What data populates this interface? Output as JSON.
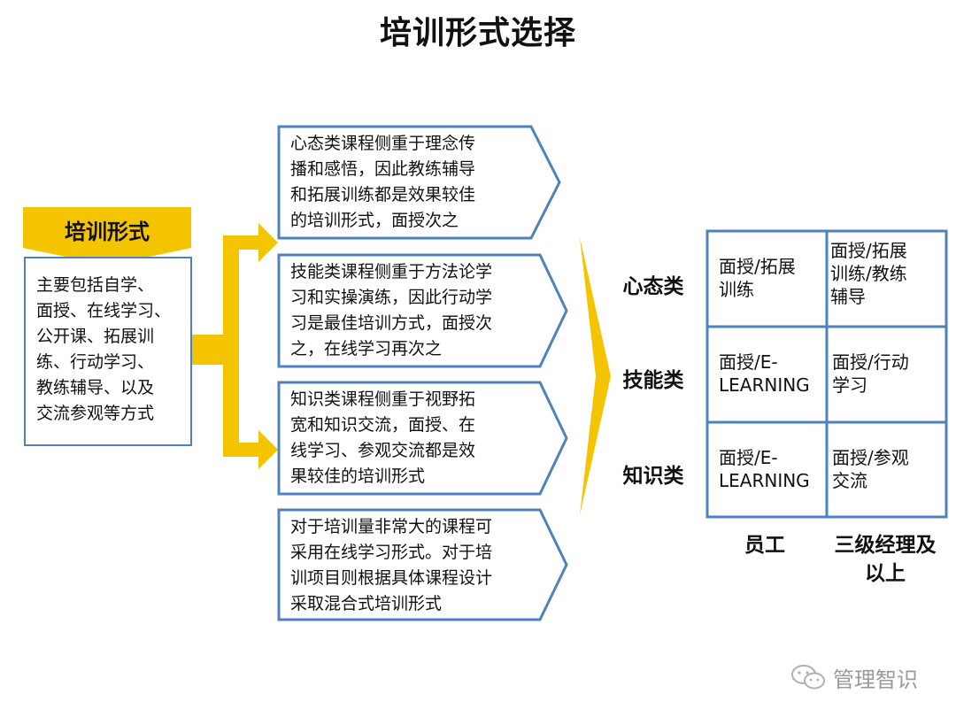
{
  "title": "培训形式选择",
  "left": {
    "header": "培训形式",
    "body": "主要包括自学、\n面授、在线学习、\n公开课、拓展训\n练、行动学习、\n教练辅导、以及\n交流参观等方式"
  },
  "cards": [
    "心态类课程侧重于理念传\n播和感悟，因此教练辅导\n和拓展训练都是效果较佳\n的培训形式，面授次之",
    "技能类课程侧重于方法论学\n习和实操演练，因此行动学\n习是最佳培训方式，面授次\n之，在线学习再次之",
    "知识类课程侧重于视野拓\n宽和知识交流，面授、在\n线学习、参观交流都是效\n果较佳的培训形式",
    "对于培训量非常大的课程可\n采用在线学习形式。对于培\n训项目则根据具体课程设计\n采取混合式培训形式"
  ],
  "matrix": {
    "rows": [
      "心态类",
      "技能类",
      "知识类"
    ],
    "cols": [
      "员工",
      "三级经理及\n以上"
    ],
    "cells": [
      [
        "面授/拓展\n训练",
        "面授/拓展\n训练/教练\n辅导"
      ],
      [
        "面授/E-\nLEARNING",
        "面授/行动\n学习"
      ],
      [
        "面授/E-\nLEARNING",
        "面授/参观\n交流"
      ]
    ]
  },
  "watermark": "管理智识",
  "colors": {
    "accent": "#f5c400",
    "border": "#4f81bd"
  }
}
